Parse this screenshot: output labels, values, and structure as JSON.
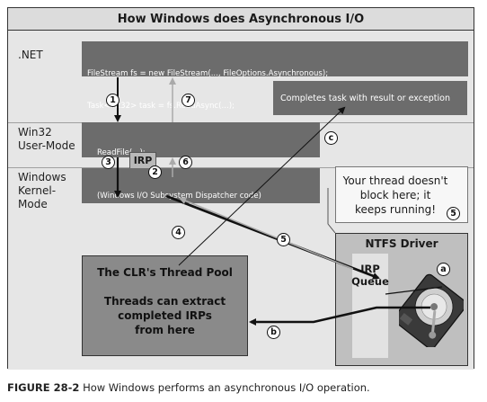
{
  "title": "How Windows does Asynchronous I/O",
  "layers": {
    "net": ".NET",
    "win32_line1": "Win32",
    "win32_line2": "User-Mode",
    "kernel_line1": "Windows",
    "kernel_line2": "Kernel-",
    "kernel_line3": "Mode"
  },
  "code": {
    "net_line1": "FileStream fs = new FileStream(..., FileOptions.Asynchronous);",
    "net_line2": "Task<Int32> task = fs.ReadAsync(...);",
    "readfile": "ReadFile(...);",
    "dispatcher": "(Windows I/O Subsystem Dispatcher code)"
  },
  "boxes": {
    "completes_task": "Completes task with result or exception",
    "thread_note_line1": "Your thread doesn't",
    "thread_note_line2": "block here; it",
    "thread_note_line3": "keeps running!",
    "thread_pool_title": "The CLR's Thread Pool",
    "thread_pool_line1": "Threads can extract",
    "thread_pool_line2": "completed IRPs",
    "thread_pool_line3": "from here",
    "ntfs_title": "NTFS Driver",
    "irp_queue_line1": "IRP",
    "irp_queue_line2": "Queue",
    "irp_tag": "IRP"
  },
  "steps": {
    "s1": "1",
    "s2": "2",
    "s3": "3",
    "s4": "4",
    "s5": "5",
    "s6": "6",
    "s7": "7",
    "sa": "a",
    "sb": "b",
    "sc": "c"
  },
  "caption": {
    "label": "FIGURE 28-2",
    "text": "How Windows performs an asynchronous I/O operation."
  },
  "icons": {
    "disk": "hard-disk-icon"
  }
}
